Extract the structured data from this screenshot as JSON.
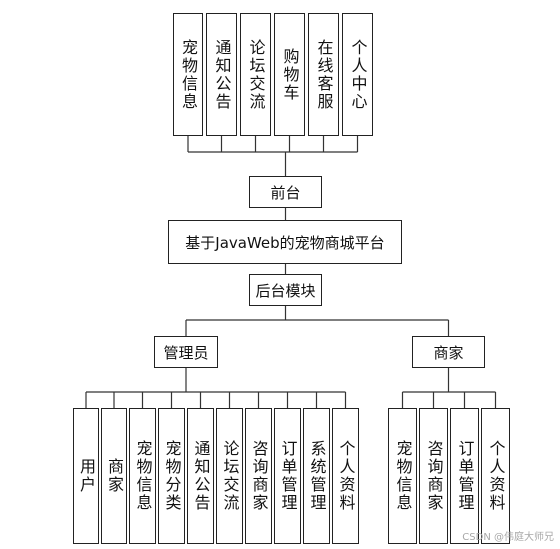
{
  "diagram": {
    "frontend_modules": [
      "宠物信息",
      "通知公告",
      "论坛交流",
      "购物车",
      "在线客服",
      "个人中心"
    ],
    "frontend_label": "前台",
    "platform_title": "基于JavaWeb的宠物商城平台",
    "backend_label": "后台模块",
    "admin_label": "管理员",
    "merchant_label": "商家",
    "admin_modules": [
      "用户",
      "商家",
      "宠物信息",
      "宠物分类",
      "通知公告",
      "论坛交流",
      "咨询商家",
      "订单管理",
      "系统管理",
      "个人资料"
    ],
    "merchant_modules": [
      "宠物信息",
      "咨询商家",
      "订单管理",
      "个人资料"
    ]
  },
  "watermark": "CSDN @伟庭大师兄"
}
